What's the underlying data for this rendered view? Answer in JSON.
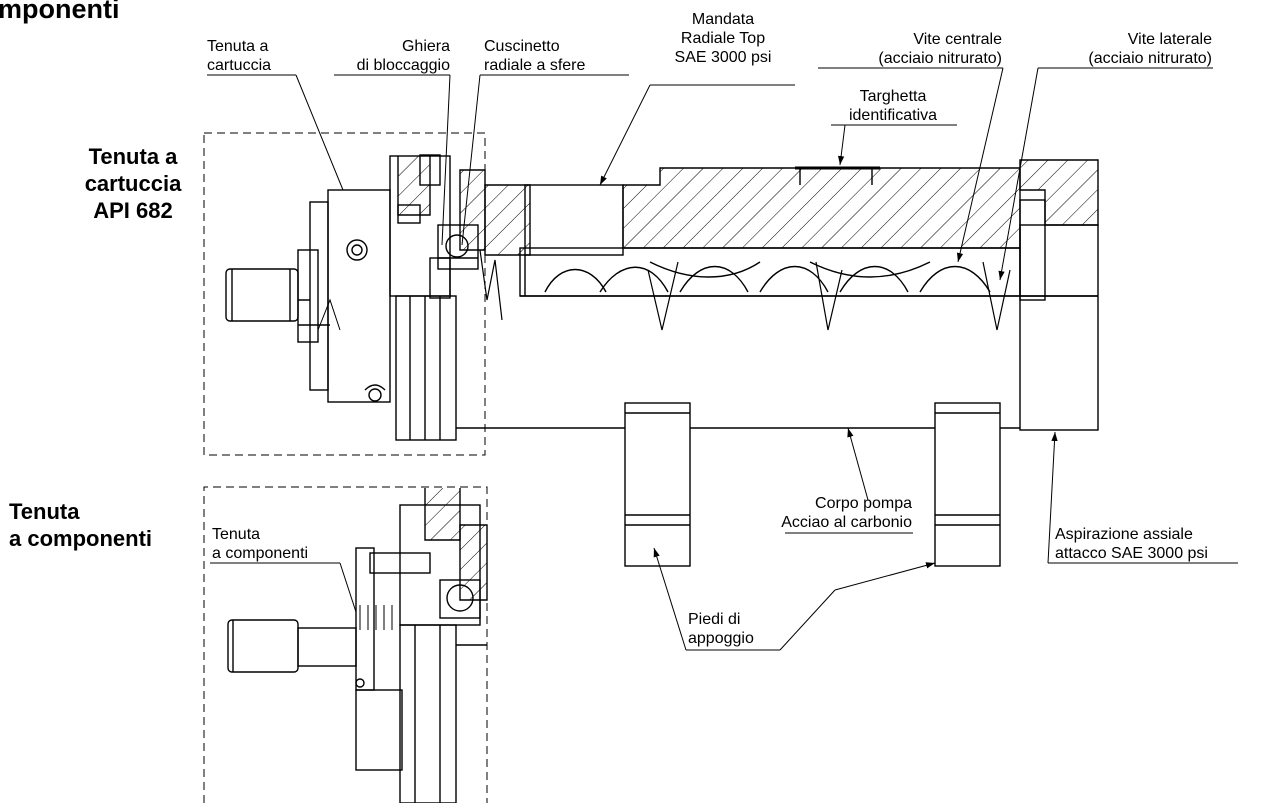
{
  "title": "mponenti",
  "sections": {
    "cartridge": [
      "Tenuta a",
      "cartuccia",
      "API 682"
    ],
    "component": [
      "Tenuta",
      "a componenti"
    ]
  },
  "callouts": {
    "tenuta_cartuccia": [
      "Tenuta a",
      "cartuccia"
    ],
    "ghiera": [
      "Ghiera",
      "di bloccaggio"
    ],
    "cuscinetto": [
      "Cuscinetto",
      "radiale a sfere"
    ],
    "mandata": [
      "Mandata",
      "Radiale Top",
      "SAE 3000 psi"
    ],
    "vite_centrale": [
      "Vite centrale",
      "(acciaio nitrurato)"
    ],
    "vite_laterale": [
      "Vite laterale",
      "(acciaio nitrurato)"
    ],
    "targhetta": [
      "Targhetta",
      "identificativa"
    ],
    "corpo": [
      "Corpo pompa",
      "Acciao al carbonio"
    ],
    "aspirazione": [
      "Aspirazione assiale",
      "attacco SAE 3000 psi"
    ],
    "tenuta_componenti": [
      "Tenuta",
      "a componenti"
    ],
    "piedi": [
      "Piedi di",
      "appoggio"
    ]
  }
}
